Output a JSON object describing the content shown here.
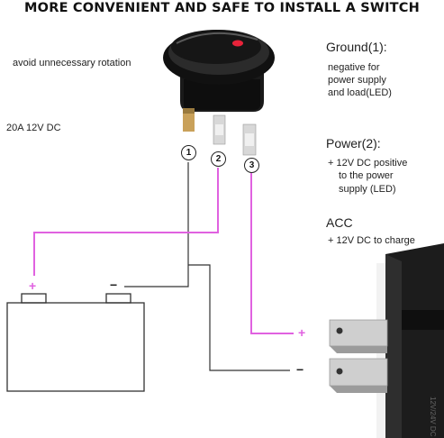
{
  "title": "MORE CONVENIENT AND SAFE TO INSTALL A SWITCH",
  "notes": {
    "rotation": "avoid unnecessary rotation",
    "rating": "20A 12V DC"
  },
  "ground": {
    "heading": "Ground(1):",
    "lines": [
      "negative for",
      "power supply",
      "and load(LED)"
    ]
  },
  "power": {
    "heading": "Power(2):",
    "lines": [
      "+ 12V DC positive",
      "to the power",
      "supply (LED)"
    ]
  },
  "acc": {
    "heading": "ACC",
    "lines": [
      "+ 12V DC to charge"
    ]
  },
  "pins": [
    "1",
    "2",
    "3"
  ],
  "battery": {
    "positive": "+",
    "negative": "−"
  },
  "plug": {
    "positive": "+",
    "negative": "−"
  },
  "colors": {
    "positive_wire": "#e062e0",
    "negative_wire": "#333333",
    "switch_body": "#161616",
    "led": "#e8233a",
    "terminal": "#c9a15a"
  },
  "icons": [
    "rocker-switch-icon",
    "battery-icon",
    "usb-charger-icon"
  ]
}
